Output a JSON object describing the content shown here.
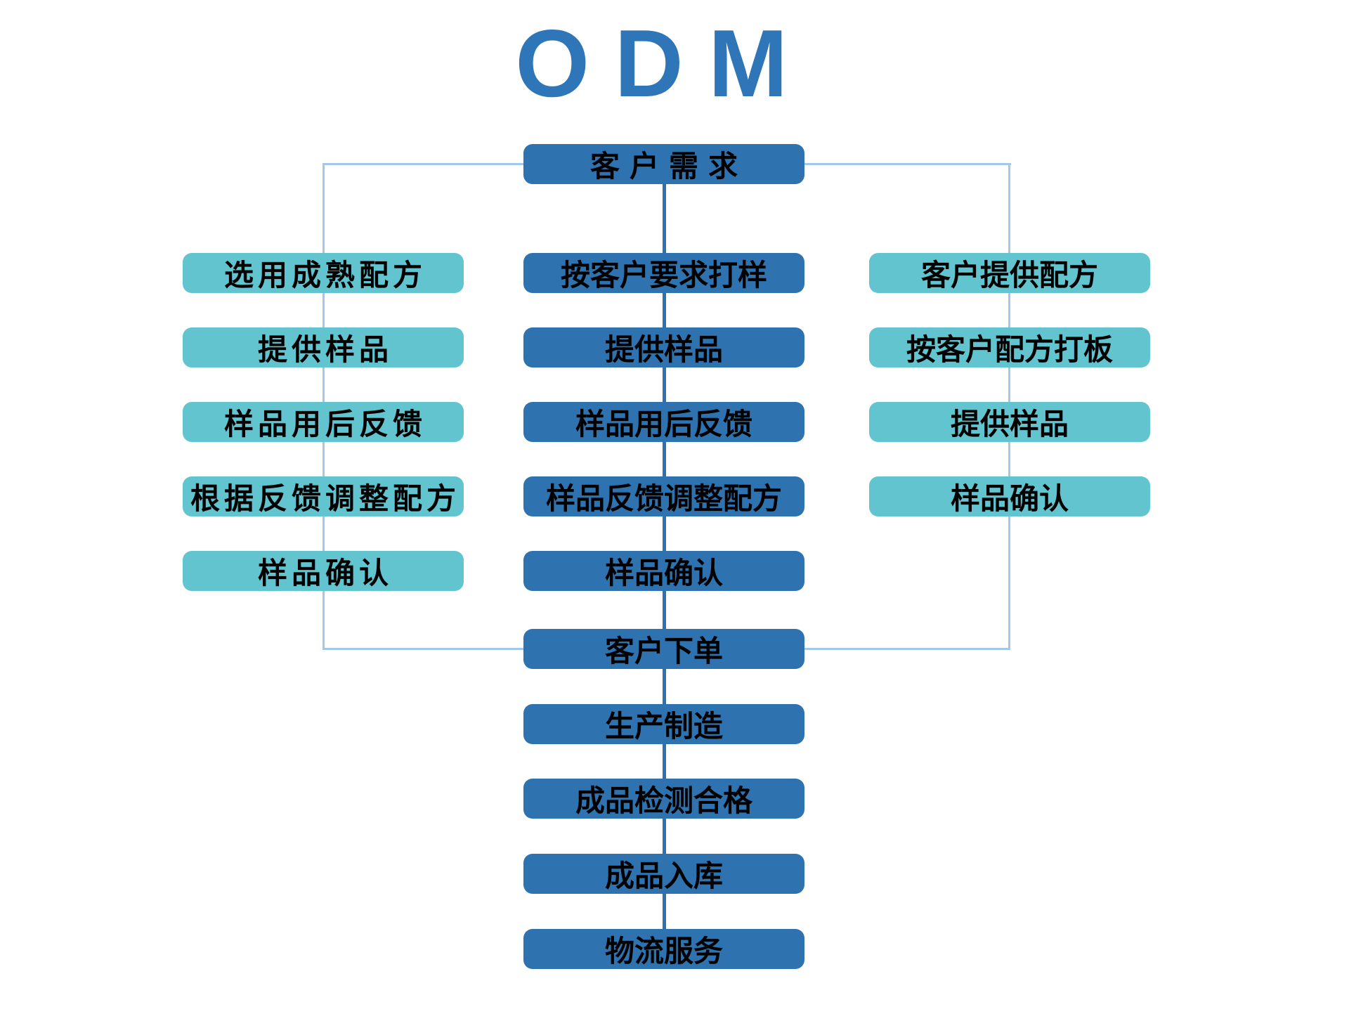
{
  "title": "ODM",
  "colors": {
    "title_color": "#2E76B8",
    "dark_box": "#2E73B0",
    "teal_box": "#62C4CF",
    "light_connector": "#A3C8E8",
    "dark_connector": "#2E73B0",
    "box_text": "#000000"
  },
  "flow": {
    "top": "客户需求",
    "left_branch": [
      "选用成熟配方",
      "提供样品",
      "样品用后反馈",
      "根据反馈调整配方",
      "样品确认"
    ],
    "middle_branch": [
      "按客户要求打样",
      "提供样品",
      "样品用后反馈",
      "样品反馈调整配方",
      "样品确认"
    ],
    "right_branch": [
      "客户提供配方",
      "按客户配方打板",
      "提供样品",
      "样品确认"
    ],
    "main_sequence": [
      "客户下单",
      "生产制造",
      "成品检测合格",
      "成品入库",
      "物流服务"
    ]
  }
}
